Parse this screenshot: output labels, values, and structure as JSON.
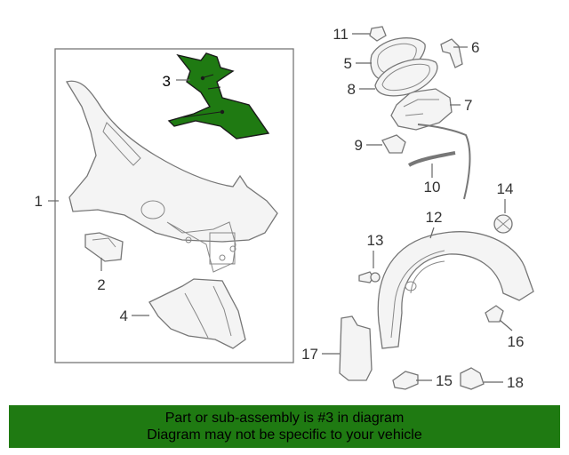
{
  "callouts": [
    "1",
    "2",
    "3",
    "4",
    "5",
    "6",
    "7",
    "8",
    "9",
    "10",
    "11",
    "12",
    "13",
    "14",
    "15",
    "16",
    "17",
    "18"
  ],
  "highlight_color": "#1f7a12",
  "banner": {
    "line1": "Part or sub-assembly is #3 in diagram",
    "line2": "Diagram may not be specific to your vehicle"
  }
}
